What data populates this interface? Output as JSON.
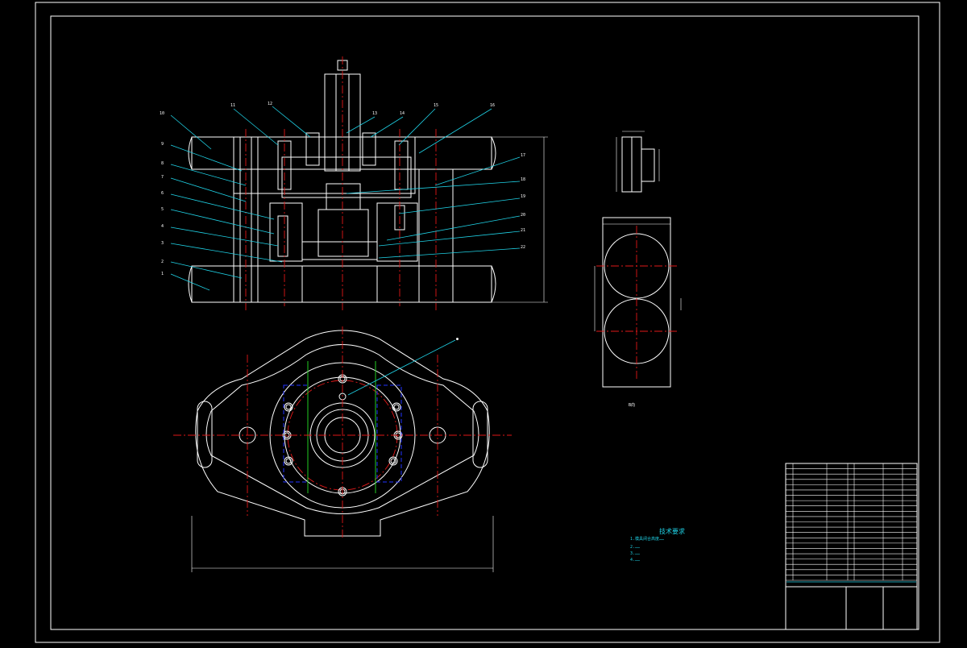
{
  "drawing": {
    "balloons": [
      "1",
      "2",
      "3",
      "4",
      "5",
      "6",
      "7",
      "8",
      "9",
      "10",
      "11",
      "12",
      "13",
      "14",
      "15",
      "16",
      "17",
      "18",
      "19",
      "20",
      "21",
      "22"
    ],
    "section_b_label": "B向",
    "tech_req_title": "技术要求",
    "tech_req_lines": [
      "1.模具闭合高度……",
      "2.……",
      "3.……",
      "4.……"
    ]
  },
  "colors": {
    "background": "#000000",
    "outline": "#ffffff",
    "dimension": "#1fd2e6",
    "centerline": "#e01818",
    "hidden": "#2233ff",
    "green": "#22cc22",
    "hatch": "#ffffff"
  },
  "title_block": {
    "bom_rows": 22
  }
}
